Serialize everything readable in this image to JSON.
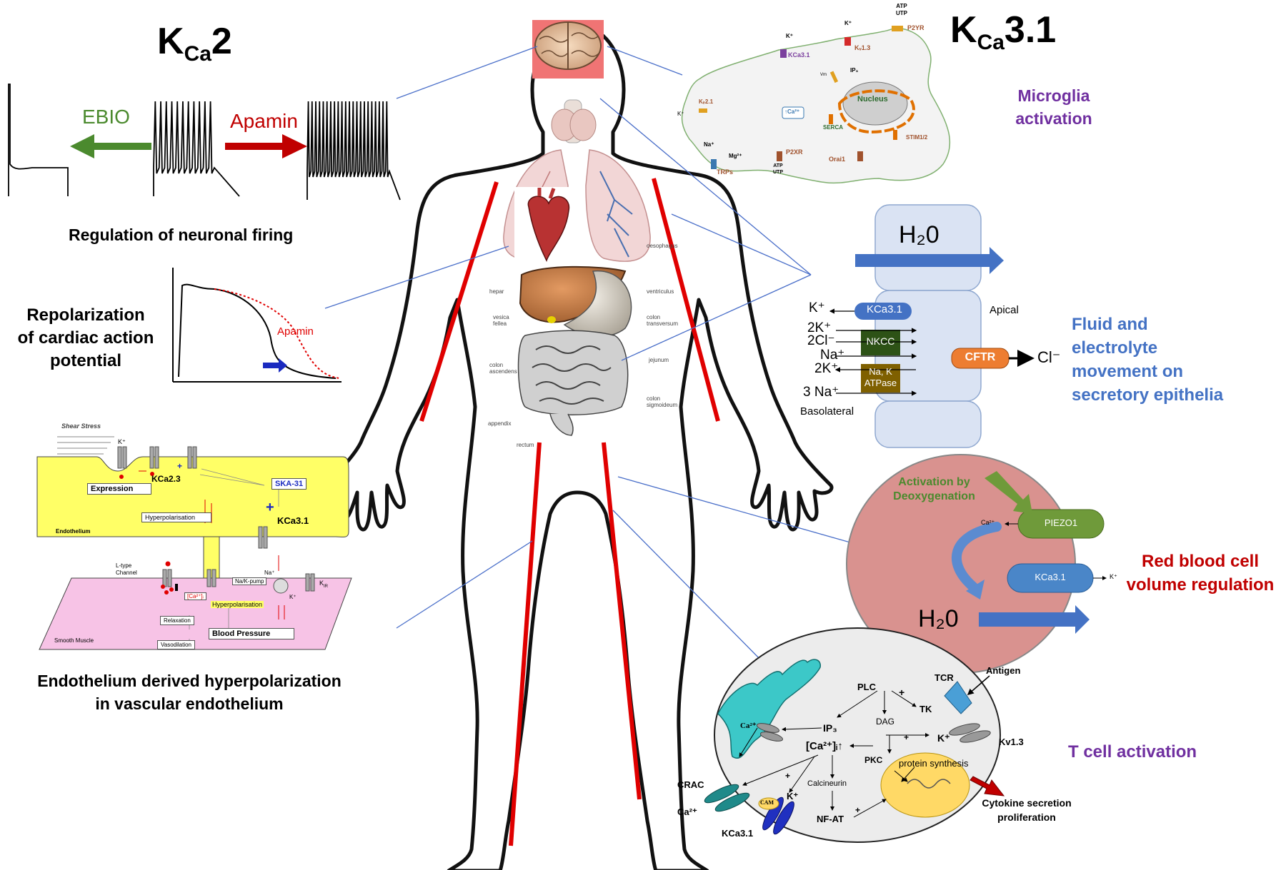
{
  "kca2": {
    "title_main": "K",
    "title_sub": "Ca",
    "title_num": "2",
    "ebio": "EBIO",
    "apamin": "Apamin",
    "neuronal_caption": "Regulation of neuronal firing",
    "cardiac_caption_line1": "Repolarization",
    "cardiac_caption_line2": "of cardiac action",
    "cardiac_caption_line3": "potential",
    "cardiac_apamin": "Apamin",
    "edh_caption_line1": "Endothelium derived hyperpolarization",
    "edh_caption_line2": "in vascular endothelium"
  },
  "edh_diagram": {
    "shear_stress": "Shear Stress",
    "k_plus": "K⁺",
    "kca23": "KCa2.3",
    "expression": "Expression",
    "ska31": "SKA-31",
    "kca31": "KCa3.1",
    "hyperpolarisation": "Hyperpolarisation",
    "endothelium": "Endothelium",
    "l_type_line1": "L-type",
    "l_type_line2": "Channel",
    "na_plus": "Na⁺",
    "na_k_pump": "Na/K-pump",
    "k_ir": "K",
    "k_ir_sub": "IR",
    "ca_i": "[Ca²⁺]ᵢ",
    "hyperpolarisation2": "Hyperpolarisation",
    "relaxation": "Relaxation",
    "blood_pressure": "Blood Pressure",
    "smooth_muscle": "Smooth Muscle",
    "vasodilation": "Vasodilation",
    "plus": "+"
  },
  "kca31": {
    "title_main": "K",
    "title_sub": "Ca",
    "title_num": "3.1"
  },
  "microglia": {
    "caption_line1": "Microglia",
    "caption_line2": "activation",
    "atp_utp": "ATP\nUTP",
    "p2yr": "P2YR",
    "k_plus": "K⁺",
    "kv13": "Kᵥ1.3",
    "kca31": "KCa3.1",
    "vm": "Vm",
    "ip3": "IP₃",
    "nucleus": "Nucleus",
    "kir21": "Kᵢᵣ2.1",
    "ca": "↑Ca²⁺",
    "serca": "SERCA",
    "stim": "STIM1/2",
    "na_plus": "Na⁺",
    "mg": "Mg²⁺",
    "p2xr": "P2XR",
    "orai1": "Orai1",
    "trps": "TRPs"
  },
  "epithelia": {
    "h2o": "H₂0",
    "apical": "Apical",
    "basolateral": "Basolateral",
    "k_plus": "K⁺",
    "kca31": "KCa3.1",
    "two_k": "2K⁺",
    "two_cl": "2Cl⁻",
    "na": "Na⁺",
    "two_k2": "2K⁺",
    "three_na": "3 Na⁺",
    "nkcc": "NKCC",
    "atpase_line1": "Na, K",
    "atpase_line2": "ATPase",
    "cftr": "CFTR",
    "cl": "Cl⁻",
    "caption_line1": "Fluid and",
    "caption_line2": "electrolyte",
    "caption_line3": "movement on",
    "caption_line4": "secretory epithelia"
  },
  "rbc": {
    "activation_line1": "Activation by",
    "activation_line2": "Deoxygenation",
    "piezo1": "PIEZO1",
    "ca": "Ca²⁺",
    "kca31": "KCa3.1",
    "k_plus": "K⁺",
    "h2o": "H₂0",
    "caption_line1": "Red blood cell",
    "caption_line2": "volume regulation"
  },
  "tcell": {
    "antigen": "Antigen",
    "tcr": "TCR",
    "plc": "PLC",
    "tk": "TK",
    "dag": "DAG",
    "ip3": "IP₃",
    "ca_er": "Ca²⁺",
    "ca_i": "[Ca²⁺]ᵢ↑",
    "k_plus": "K⁺",
    "kv13": "Kv1.3",
    "pkc": "PKC",
    "protein_synthesis": "protein synthesis",
    "calcineurin": "Calcineurin",
    "crac": "CRAC",
    "ca2": "Ca²⁺",
    "cam": "CAM",
    "k_plus2": "K⁺",
    "nfat": "NF-AT",
    "kca31": "KCa3.1",
    "cytokine_line1": "Cytokine secretion",
    "cytokine_line2": "proliferation",
    "caption": "T cell activation",
    "plus": "+"
  },
  "anatomy": {
    "oesophagus": "oesophagus",
    "hepar": "hepar",
    "ventriculus": "ventriculus",
    "vesica_line1": "vesica",
    "vesica_line2": "fellea",
    "colon_trans_line1": "colon",
    "colon_trans_line2": "transversum",
    "colon_asc_line1": "colon",
    "colon_asc_line2": "ascendens",
    "jejunum": "jejunum",
    "colon_sig_line1": "colon",
    "colon_sig_line2": "sigmoideum",
    "appendix": "appendix",
    "rectum": "rectum"
  },
  "colors": {
    "ebio_green": "#4b8a2e",
    "apamin_red": "#c00000",
    "blue_text": "#4472c4",
    "purple_text": "#7030a0",
    "rbc_red": "#c00000",
    "highlight_red": "#e00000",
    "connector_blue": "#4a6fc9"
  }
}
